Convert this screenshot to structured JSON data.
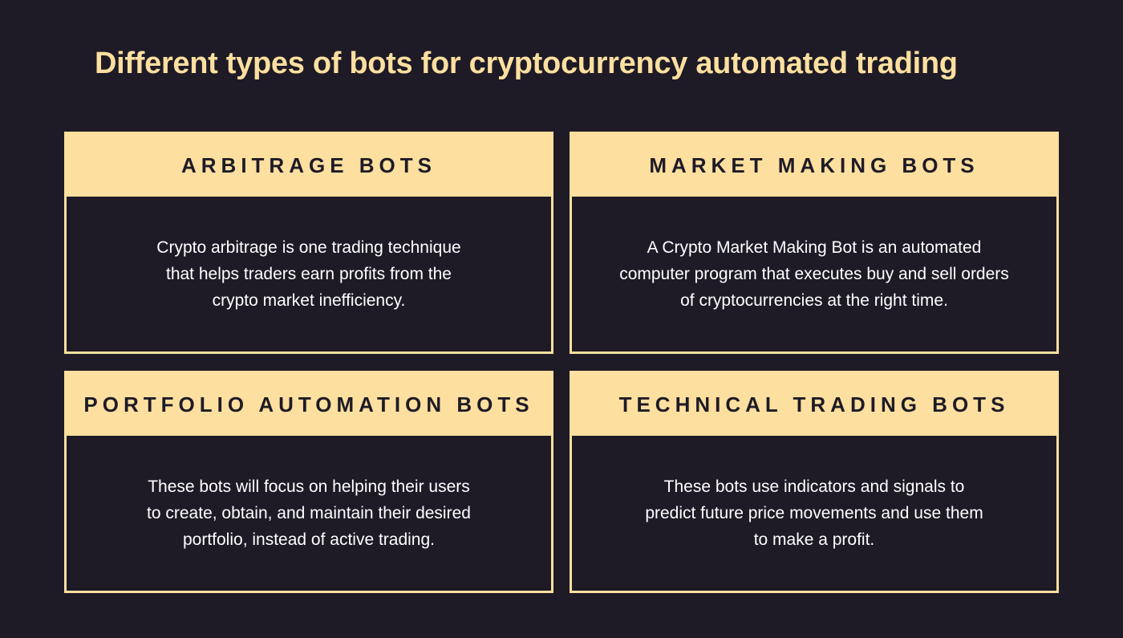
{
  "page": {
    "title": "Different types of bots for cryptocurrency automated trading"
  },
  "colors": {
    "background": "#1e1b27",
    "accent": "#fddf9f",
    "text": "#ffffff"
  },
  "cards": [
    {
      "heading": "ARBITRAGE BOTS",
      "lines": [
        "Crypto arbitrage is one trading technique",
        "that helps traders earn profits from the",
        "crypto market inefficiency."
      ]
    },
    {
      "heading": "MARKET MAKING BOTS",
      "lines": [
        "A Crypto Market Making Bot is an automated",
        "computer program that executes buy and sell orders",
        "of cryptocurrencies at the right time."
      ]
    },
    {
      "heading": "PORTFOLIO AUTOMATION BOTS",
      "lines": [
        "These bots will focus on helping their users",
        "to create, obtain, and maintain their desired",
        "portfolio, instead of active trading."
      ]
    },
    {
      "heading": "TECHNICAL TRADING BOTS",
      "lines": [
        "These bots use indicators and signals to",
        "predict future price movements and use them",
        "to make a profit."
      ]
    }
  ]
}
